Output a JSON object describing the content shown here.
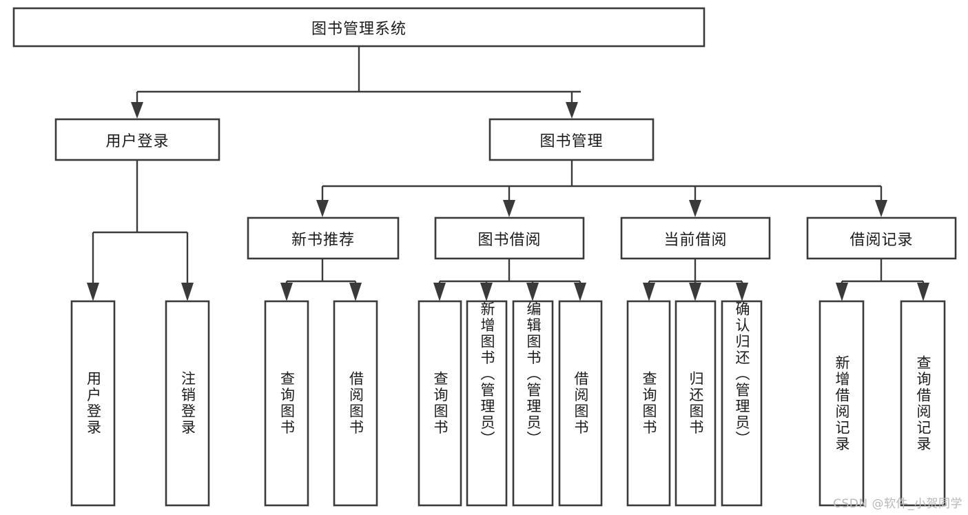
{
  "diagram": {
    "type": "hierarchy-tree",
    "title": "图书管理系统",
    "watermark": "CSDN @软件_小贺同学",
    "style": {
      "box_fill": "#ffffff",
      "box_stroke": "#3a3a3a",
      "text_color": "#1b1b1b",
      "watermark_color": "#b8b8b8",
      "background": "#ffffff"
    },
    "nodes": {
      "root": {
        "label": "图书管理系统",
        "orientation": "horizontal"
      },
      "l1": [
        {
          "label": "用户登录",
          "orientation": "horizontal"
        },
        {
          "label": "图书管理",
          "orientation": "horizontal"
        }
      ],
      "l2": [
        {
          "label": "新书推荐",
          "orientation": "horizontal"
        },
        {
          "label": "图书借阅",
          "orientation": "horizontal"
        },
        {
          "label": "当前借阅",
          "orientation": "horizontal"
        },
        {
          "label": "借阅记录",
          "orientation": "horizontal"
        }
      ],
      "leaves_user_login": [
        {
          "label": "用户登录",
          "orientation": "vertical"
        },
        {
          "label": "注销登录",
          "orientation": "vertical"
        }
      ],
      "leaves_new_book": [
        {
          "label": "查询图书",
          "orientation": "vertical"
        },
        {
          "label": "借阅图书",
          "orientation": "vertical"
        }
      ],
      "leaves_borrow": [
        {
          "label": "查询图书",
          "orientation": "vertical"
        },
        {
          "label": "新增图书（管理员）",
          "orientation": "vertical"
        },
        {
          "label": "编辑图书（管理员）",
          "orientation": "vertical"
        },
        {
          "label": "借阅图书",
          "orientation": "vertical"
        }
      ],
      "leaves_current": [
        {
          "label": "查询图书",
          "orientation": "vertical"
        },
        {
          "label": "归还图书",
          "orientation": "vertical"
        },
        {
          "label": "确认归还（管理员）",
          "orientation": "vertical"
        }
      ],
      "leaves_records": [
        {
          "label": "新增借阅记录",
          "orientation": "vertical"
        },
        {
          "label": "查询借阅记录",
          "orientation": "vertical"
        }
      ]
    }
  }
}
